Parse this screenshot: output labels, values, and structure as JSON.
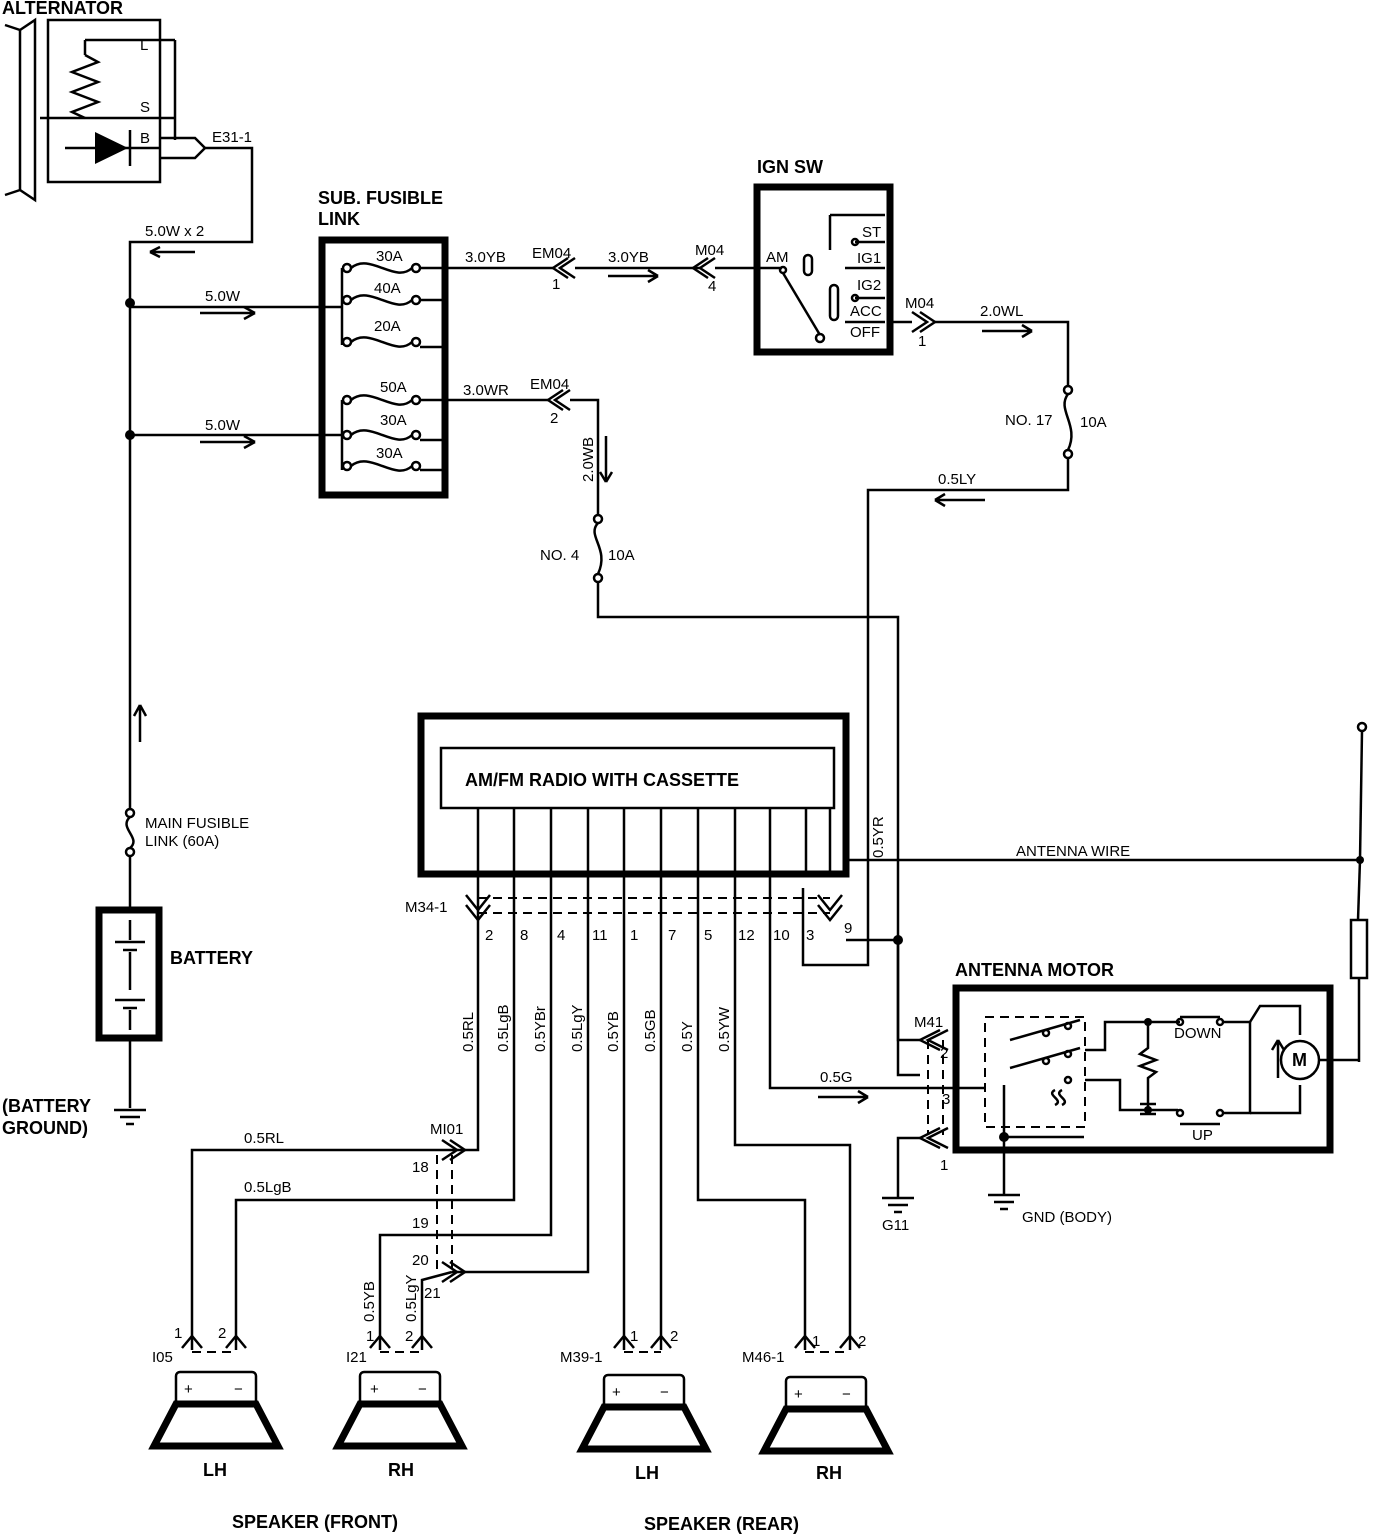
{
  "components": {
    "alternator": "ALTERNATOR",
    "alt_L": "L",
    "alt_S": "S",
    "alt_B": "B",
    "sub_fusible_link_1": "SUB. FUSIBLE",
    "sub_fusible_link_2": "LINK",
    "ign_sw": "IGN SW",
    "battery": "BATTERY",
    "battery_ground_1": "(BATTERY",
    "battery_ground_2": "GROUND)",
    "radio": "AM/FM RADIO WITH CASSETTE",
    "antenna_motor": "ANTENNA MOTOR",
    "antenna_wire": "ANTENNA WIRE",
    "gnd_body": "GND (BODY)",
    "g11": "G11",
    "main_fusible_link_1": "MAIN FUSIBLE",
    "main_fusible_link_2": "LINK (60A)",
    "speaker_front": "SPEAKER (FRONT)",
    "speaker_rear": "SPEAKER (REAR)",
    "lh": "LH",
    "rh": "RH",
    "down": "DOWN",
    "up": "UP",
    "motor": "M"
  },
  "ign_positions": [
    "ST",
    "IG1",
    "IG2",
    "ACC",
    "OFF"
  ],
  "ign_am": "AM",
  "fuses": {
    "upper": [
      "30A",
      "40A",
      "20A"
    ],
    "lower": [
      "50A",
      "30A",
      "30A"
    ],
    "no17": "NO. 17",
    "no17_rating": "10A",
    "no4": "NO. 4",
    "no4_rating": "10A"
  },
  "connectors": {
    "e31": "E31-1",
    "em04": "EM04",
    "em04_pin1": "1",
    "em04_pin2": "2",
    "m04": "M04",
    "m04_pin4": "4",
    "m04_pin1": "1",
    "m34": "M34-1",
    "m41": "M41",
    "m41_pins": [
      "2",
      "3",
      "1"
    ],
    "mi01": "MI01",
    "mi01_pins": [
      "18",
      "19",
      "20",
      "21"
    ],
    "i05": "I05",
    "i21": "I21",
    "m39": "M39-1",
    "m46": "M46-1",
    "spk_pins": [
      "1",
      "2"
    ],
    "plus": "+",
    "minus": "−"
  },
  "m34_pins": [
    "2",
    "8",
    "4",
    "11",
    "1",
    "7",
    "5",
    "12",
    "10",
    "3",
    "9"
  ],
  "radio_wires": [
    "0.5RL",
    "0.5LgB",
    "0.5YBr",
    "0.5LgY",
    "0.5YB",
    "0.5GB",
    "0.5Y",
    "0.5YW"
  ],
  "wire_labels": {
    "w50x2": "5.0W x 2",
    "w50a": "5.0W",
    "w50b": "5.0W",
    "w30yb_a": "3.0YB",
    "w30yb_b": "3.0YB",
    "w30wr": "3.0WR",
    "w20wl": "2.0WL",
    "w20wb": "2.0WB",
    "w05ly": "0.5LY",
    "w05yr": "0.5YR",
    "w05g": "0.5G",
    "w05rl": "0.5RL",
    "w05lgb": "0.5LgB",
    "w05yb": "0.5YB",
    "w05lgy": "0.5LgY"
  }
}
